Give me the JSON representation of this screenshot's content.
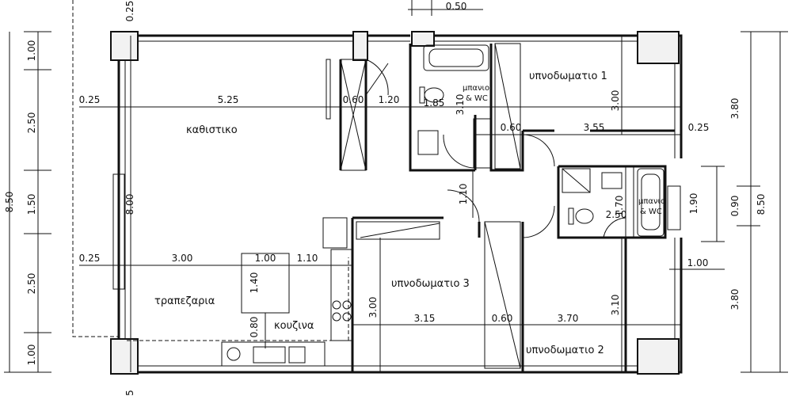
{
  "rooms": {
    "living": "καθιστικο",
    "dining": "τραπεζαρια",
    "kitchen": "κουζινα",
    "bath1": "μπανιο",
    "bath1_wc": "& WC",
    "bath2": "μπανιο",
    "bath2_wc": "& WC",
    "bedroom1": "υπνοδωματιο 1",
    "bedroom2": "υπνοδωματιο 2",
    "bedroom3": "υπνοδωματιο 3"
  },
  "dimensions": {
    "top_gap": "0.25",
    "top_door": "0.50",
    "left_1": "1.00",
    "left_2": "2.50",
    "left_3": "1.50",
    "left_4": "2.50",
    "left_5": "1.00",
    "left_total": "8.50",
    "living_offset": "0.25",
    "living_width": "5.25",
    "hall_wall": "0.60",
    "hall_width": "1.20",
    "bath_width": "1.85",
    "bath_depth": "3.10",
    "bed1_wall": "0.60",
    "bed1_width": "3.55",
    "bed1_offset": "0.25",
    "bed1_depth": "3.00",
    "living_depth": "8.00",
    "hall_depth": "1.10",
    "bath2_depth": "1.70",
    "bath2_width": "2.50",
    "right_window": "1.90",
    "right_1": "3.80",
    "right_2": "0.90",
    "right_3": "3.80",
    "right_total": "8.50",
    "right_step": "1.00",
    "dining_offset": "0.25",
    "dining_width": "3.00",
    "table_width": "1.00",
    "kitchen_gap": "1.10",
    "table_depth": "1.40",
    "kitchen_depth": "0.80",
    "bed3_depth": "3.00",
    "bed3_width": "3.15",
    "bed2_wall": "0.60",
    "bed2_width": "3.70",
    "bed2_depth": "3.10",
    "bottom_cut": "5"
  }
}
